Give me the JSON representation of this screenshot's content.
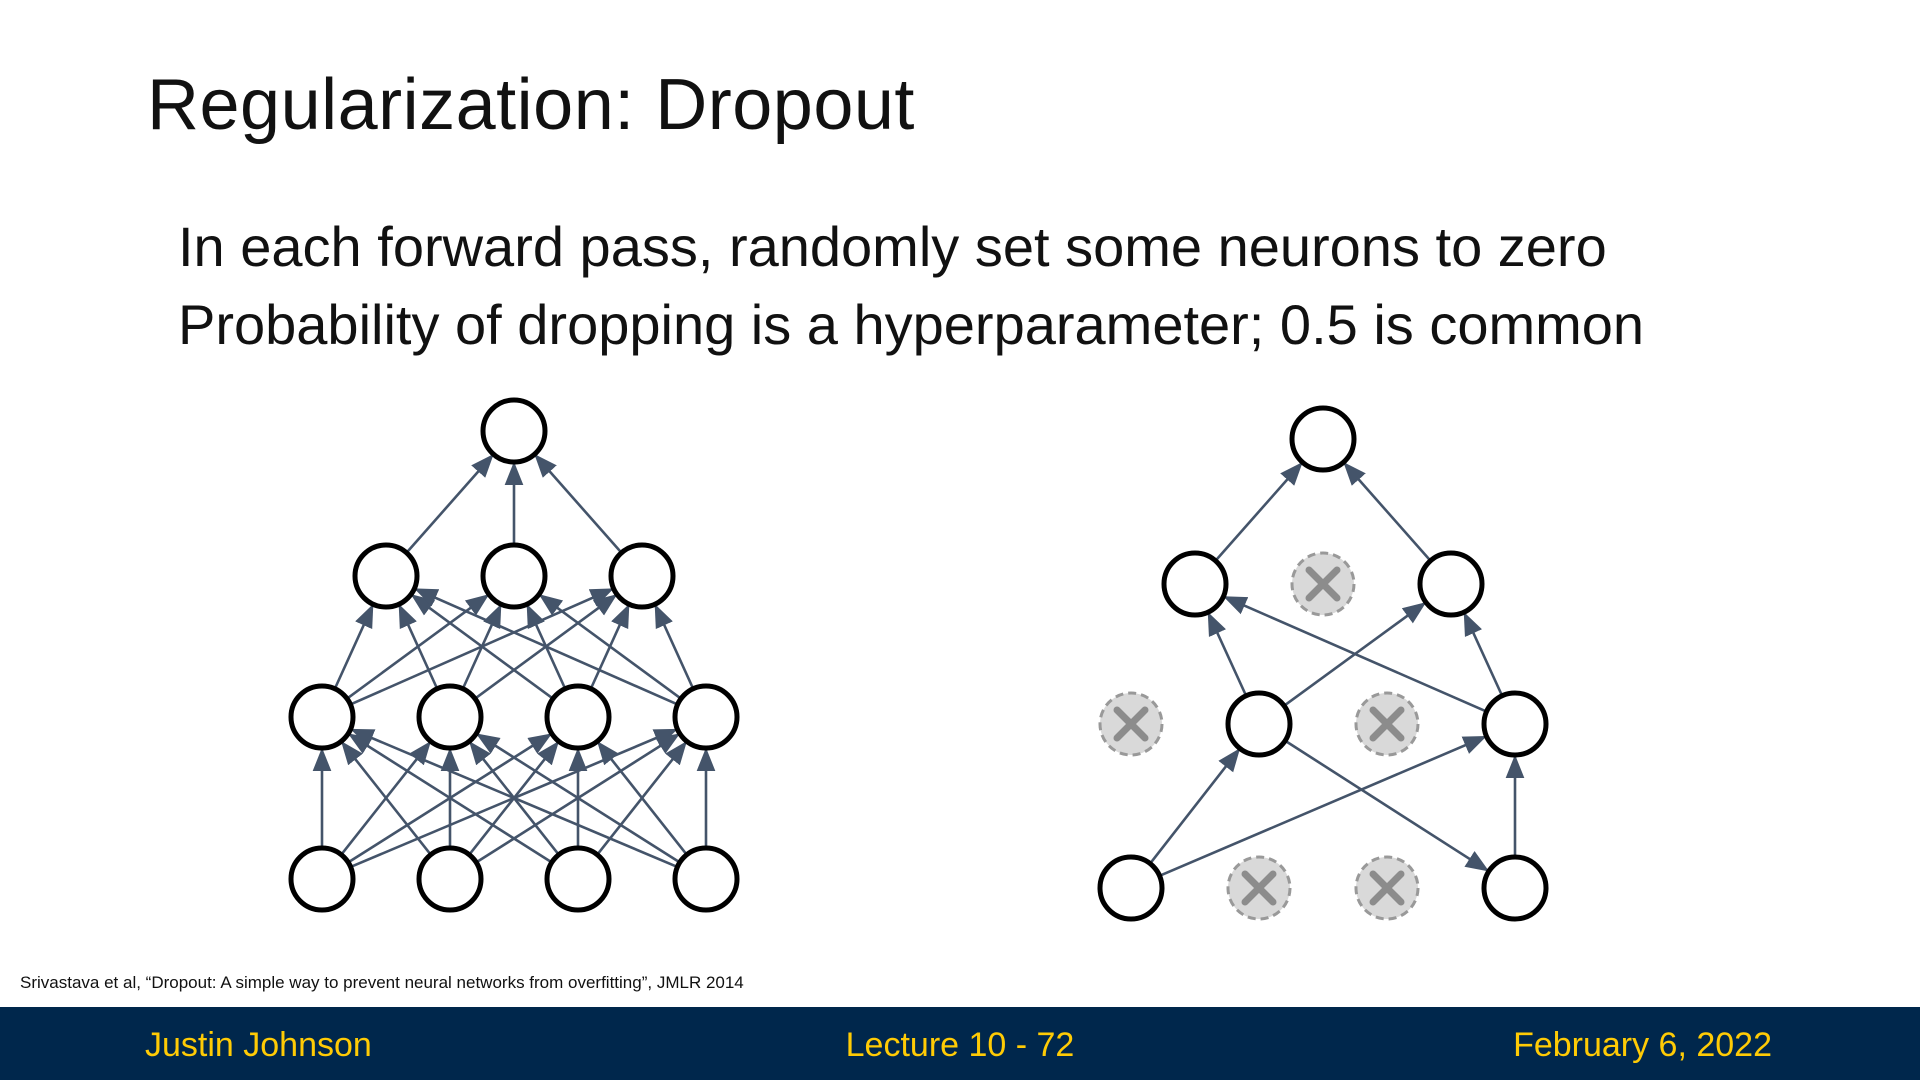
{
  "slide": {
    "title": "Regularization: Dropout",
    "bullets": [
      "In each forward pass, randomly set some neurons to zero",
      "Probability of dropping is a hyperparameter; 0.5 is common"
    ],
    "citation": "Srivastava et al, “Dropout: A simple way to prevent neural networks from overfitting”, JMLR 2014"
  },
  "footer": {
    "author": "Justin Johnson",
    "lecture": "Lecture 10 - 72",
    "date": "February 6, 2022"
  },
  "colors": {
    "footer_background": "#00274c",
    "footer_text": "#ffcb05",
    "edge": "#44546a",
    "dropped_node_fill": "#d9d9d9"
  },
  "diagrams": {
    "full_network": {
      "layers": [
        4,
        4,
        3,
        1
      ],
      "dropped": []
    },
    "dropout_network": {
      "layers": [
        4,
        4,
        3,
        1
      ],
      "dropped": [
        [
          0,
          1
        ],
        [
          0,
          2
        ],
        [
          1,
          0
        ],
        [
          1,
          2
        ],
        [
          2,
          1
        ]
      ],
      "edges": [
        [
          [
            0,
            0
          ],
          [
            1,
            1
          ]
        ],
        [
          [
            0,
            0
          ],
          [
            1,
            3
          ]
        ],
        [
          [
            0,
            3
          ],
          [
            1,
            3
          ]
        ],
        [
          [
            1,
            1
          ],
          [
            0,
            3
          ]
        ],
        [
          [
            1,
            1
          ],
          [
            2,
            0
          ]
        ],
        [
          [
            1,
            1
          ],
          [
            2,
            2
          ]
        ],
        [
          [
            1,
            3
          ],
          [
            2,
            0
          ]
        ],
        [
          [
            1,
            3
          ],
          [
            2,
            2
          ]
        ],
        [
          [
            2,
            0
          ],
          [
            3,
            0
          ]
        ],
        [
          [
            2,
            2
          ],
          [
            3,
            0
          ]
        ]
      ]
    }
  }
}
